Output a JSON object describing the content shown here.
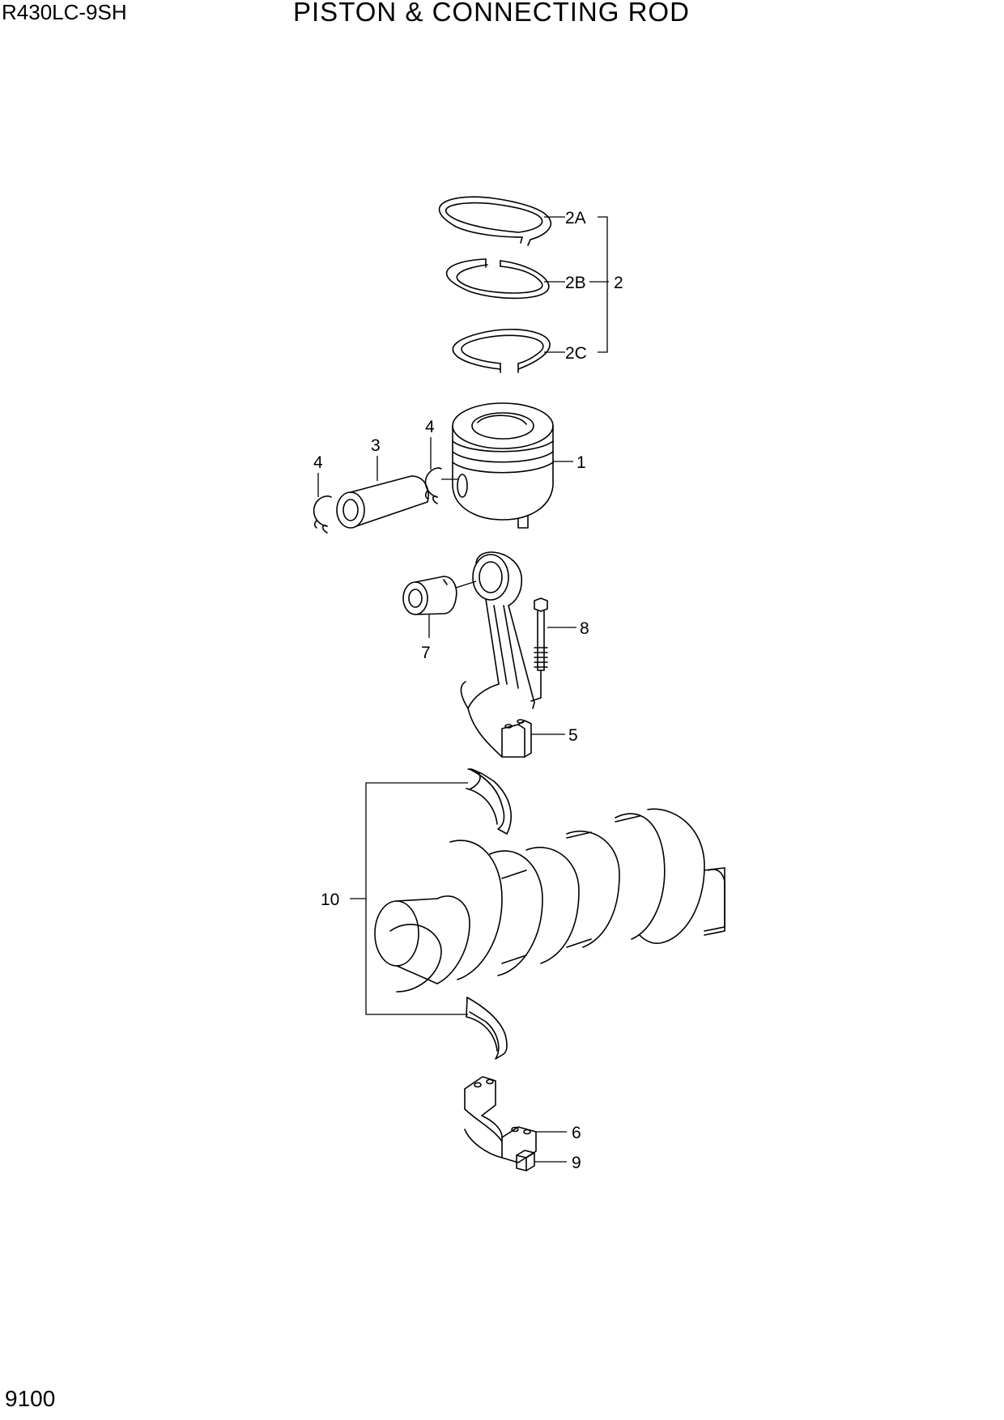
{
  "header": {
    "model": "R430LC-9SH",
    "title": "PISTON & CONNECTING ROD"
  },
  "footer": {
    "page_number": "9100"
  },
  "callouts": {
    "ring_top": "2A",
    "ring_second": "2B",
    "ring_oil": "2C",
    "ring_set": "2",
    "piston": "1",
    "piston_pin": "3",
    "snap_ring_left": "4",
    "snap_ring_right": "4",
    "bushing": "7",
    "bolt": "8",
    "connecting_rod": "5",
    "bearing_shells": "10",
    "rod_cap": "6",
    "nut": "9"
  }
}
